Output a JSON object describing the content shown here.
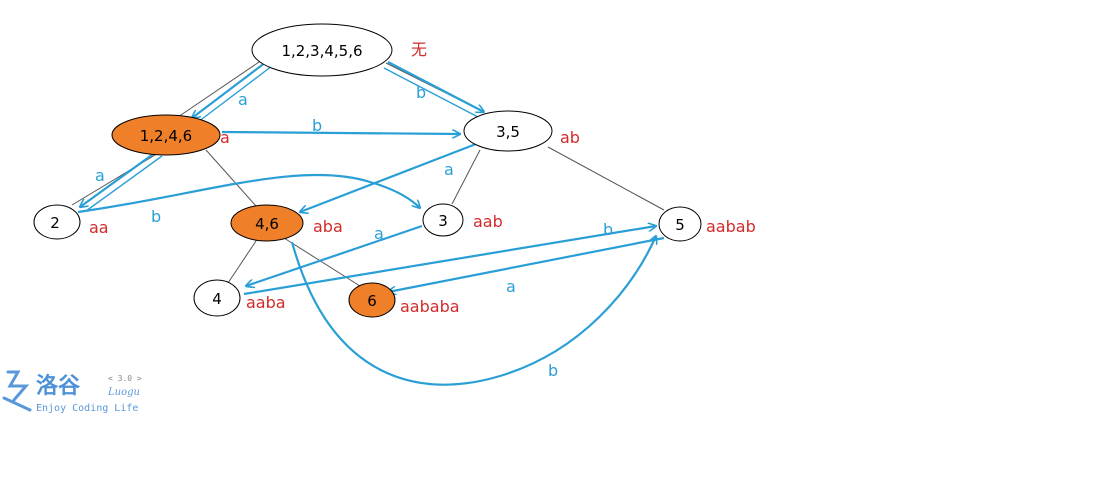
{
  "colors": {
    "edge_blue": "#2a9fd6",
    "label_red": "#d12b2b",
    "fill_orange": "#f07f2a",
    "node_stroke": "#000000",
    "plain_line": "#555555",
    "logo_blue": "#2f7fd0",
    "logo_gray": "#8a8a8a"
  },
  "nodes": [
    {
      "id": "n_root",
      "label": "1,2,3,4,5,6",
      "string": "无",
      "highlighted": false
    },
    {
      "id": "n_1246",
      "label": "1,2,4,6",
      "string": "a",
      "highlighted": true
    },
    {
      "id": "n_35",
      "label": "3,5",
      "string": "ab",
      "highlighted": false
    },
    {
      "id": "n_2",
      "label": "2",
      "string": "aa",
      "highlighted": false
    },
    {
      "id": "n_46",
      "label": "4,6",
      "string": "aba",
      "highlighted": true
    },
    {
      "id": "n_3",
      "label": "3",
      "string": "aab",
      "highlighted": false
    },
    {
      "id": "n_5",
      "label": "5",
      "string": "aabab",
      "highlighted": false
    },
    {
      "id": "n_4",
      "label": "4",
      "string": "aaba",
      "highlighted": false
    },
    {
      "id": "n_6",
      "label": "6",
      "string": "aababa",
      "highlighted": true
    }
  ],
  "transitions": [
    {
      "from": "1,2,3,4,5,6",
      "to": "1,2,4,6",
      "char": "a"
    },
    {
      "from": "1,2,3,4,5,6",
      "to": "3,5",
      "char": "b"
    },
    {
      "from": "1,2,4,6",
      "to": "3,5",
      "char": "b"
    },
    {
      "from": "1,2,4,6",
      "to": "2",
      "char": "a"
    },
    {
      "from": "3,5",
      "to": "4,6",
      "char": "a"
    },
    {
      "from": "2",
      "to": "3",
      "char": "b"
    },
    {
      "from": "3",
      "to": "4",
      "char": "a"
    },
    {
      "from": "4",
      "to": "5",
      "char": "b"
    },
    {
      "from": "5",
      "to": "6",
      "char": "a"
    },
    {
      "from": "4,6",
      "to": "5",
      "char": "b"
    }
  ],
  "logo": {
    "brand": "洛谷",
    "version": "< 3.0 >",
    "romanized": "Luogu",
    "tagline": "Enjoy Coding Life"
  }
}
